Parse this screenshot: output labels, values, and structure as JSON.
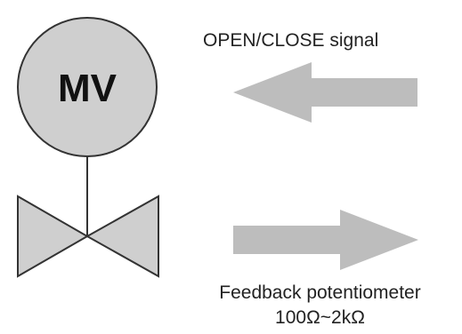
{
  "valve": {
    "actuator_label": "MV"
  },
  "signals": {
    "input_label": "OPEN/CLOSE signal",
    "feedback_line1": "Feedback potentiometer",
    "feedback_line2": "100Ω~2kΩ"
  },
  "colors": {
    "shape_fill": "#cfcfcf",
    "outline": "#333333",
    "arrow_fill": "#bdbdbd",
    "text": "#222222"
  }
}
